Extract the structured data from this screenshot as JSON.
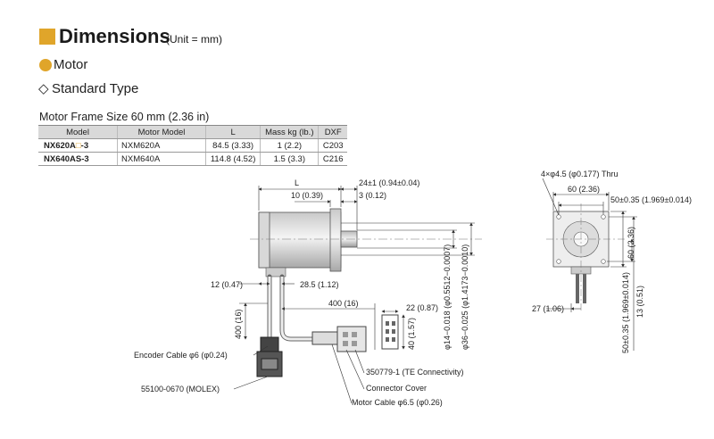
{
  "header": {
    "title": "Dimensions",
    "unit": "(Unit = mm)"
  },
  "section": {
    "motor": "Motor",
    "standard_glyph": "◇",
    "standard_type": "Standard Type",
    "frame_title": "Motor Frame Size 60 mm (2.36 in)"
  },
  "colors": {
    "accent": "#e0a52a",
    "table_header": "#d9d9d9"
  },
  "table": {
    "headers": [
      "Model",
      "Motor Model",
      "L",
      "Mass kg (lb.)",
      "DXF"
    ],
    "rows": [
      {
        "model_a": "NX620A",
        "model_box": "□",
        "model_b": "-3",
        "motor_model": "NXM620A",
        "L": "84.5 (3.33)",
        "mass": "1 (2.2)",
        "dxf": "C203"
      },
      {
        "model_a": "NX640AS-3",
        "model_box": "",
        "model_b": "",
        "motor_model": "NXM640A",
        "L": "114.8 (4.52)",
        "mass": "1.5 (3.3)",
        "dxf": "C216"
      }
    ]
  },
  "dims": {
    "L": "L",
    "shaft_len": "24±1 (0.94±0.04)",
    "d10": "10 (0.39)",
    "d3": "3 (0.12)",
    "d12": "12 (0.47)",
    "d28_5": "28.5 (1.12)",
    "d400_h": "400 (16)",
    "d400_v": "400 (16)",
    "d22": "22 (0.87)",
    "d40": "40 (1.57)",
    "shaft_dia": "φ14−0.018 (φ0.5512−0.0007)",
    "pilot_dia": "φ36−0.025 (φ1.4173−0.0010)",
    "holes": "4×φ4.5 (φ0.177) Thru",
    "d60_h": "60 (2.36)",
    "d60_v": "60 (2.36)",
    "pcd_h": "50±0.35 (1.969±0.014)",
    "pcd_v": "50±0.35 (1.969±0.014)",
    "d13": "13 (0.51)",
    "d27": "27 (1.06)"
  },
  "callouts": {
    "encoder_cable": "Encoder Cable φ6 (φ0.24)",
    "molex": "55100-0670 (MOLEX)",
    "te_conn": "350779-1 (TE Connectivity)",
    "conn_cover": "Connector Cover",
    "motor_cable": "Motor Cable φ6.5 (φ0.26)"
  }
}
